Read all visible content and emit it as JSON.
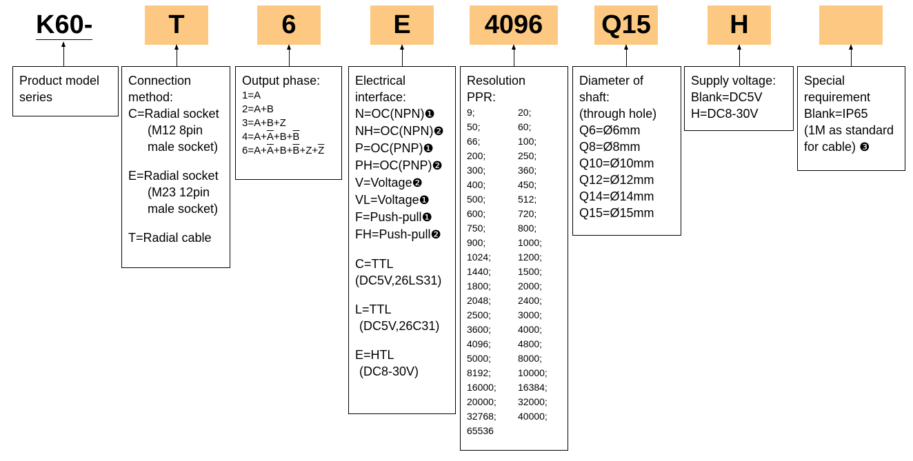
{
  "codes": {
    "series": "K60-",
    "connection": "T",
    "phase": "6",
    "interface": "E",
    "resolution": "4096",
    "shaft": "Q15",
    "voltage": "H",
    "special": ""
  },
  "product_model": {
    "lines": [
      "Product model",
      "series"
    ]
  },
  "connection_method": {
    "lines": [
      "Connection",
      "method:",
      "C=Radial socket",
      "(M12 8pin",
      "male socket)",
      "E=Radial socket",
      "(M23 12pin",
      "male socket)",
      "T=Radial cable"
    ]
  },
  "output_phase": {
    "title": "Output phase:",
    "items": [
      "1=A",
      "2=A+B",
      "3=A+B+Z",
      "4=A+",
      "A",
      "+B+",
      "B",
      "6=A+",
      "A",
      "+B+",
      "B",
      "+Z+",
      "Z"
    ]
  },
  "electrical_interface": {
    "lines": [
      "Electrical",
      "interface:",
      "N=OC(NPN)",
      "NH=OC(NPN)",
      "P=OC(PNP)",
      "PH=OC(PNP)",
      "V=Voltage",
      "VL=Voltage",
      "F=Push-pull",
      "FH=Push-pull",
      "C=TTL",
      "(DC5V,26LS31)",
      "L=TTL",
      "(DC5V,26C31)",
      "E=HTL",
      "(DC8-30V)"
    ],
    "badges": [
      "❶",
      "❷",
      "❶",
      "❷",
      "❷",
      "❶",
      "❶",
      "❷"
    ]
  },
  "resolution": {
    "title": "Resolution",
    "subtitle": "PPR:",
    "values": [
      "9;",
      "20;",
      "50;",
      "60;",
      "66;",
      "100;",
      "200;",
      "250;",
      "300;",
      "360;",
      "400;",
      "450;",
      "500;",
      "512;",
      "600;",
      "720;",
      "750;",
      "800;",
      "900;",
      "1000;",
      "1024;",
      "1200;",
      "1440;",
      "1500;",
      "1800;",
      "2000;",
      "2048;",
      "2400;",
      "2500;",
      "3000;",
      "3600;",
      "4000;",
      "4096;",
      "4800;",
      "5000;",
      "8000;",
      "8192;",
      "10000;",
      "16000;",
      "16384;",
      "20000;",
      "32000;",
      "32768;",
      "40000;",
      "65536",
      ""
    ]
  },
  "shaft_diameter": {
    "lines": [
      "Diameter of",
      "shaft:",
      "(through hole)",
      "Q6=Ø6mm",
      "Q8=Ø8mm",
      "Q10=Ø10mm",
      "Q12=Ø12mm",
      "Q14=Ø14mm",
      "Q15=Ø15mm"
    ]
  },
  "supply_voltage": {
    "lines": [
      "Supply voltage:",
      "Blank=DC5V",
      "H=DC8-30V"
    ]
  },
  "special_requirement": {
    "lines": [
      "Special",
      "requirement",
      "Blank=IP65",
      "(1M as standard",
      "for cable)"
    ],
    "badge": "❸"
  }
}
